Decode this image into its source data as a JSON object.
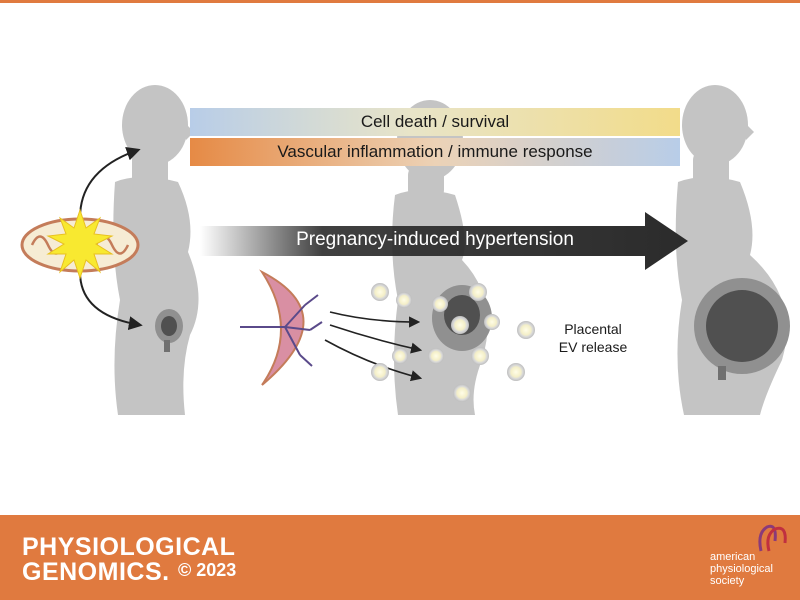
{
  "figure": {
    "bands": [
      {
        "label": "Cell death / survival"
      },
      {
        "label": "Vascular inflammation / immune response"
      }
    ],
    "arrow_label": "Pregnancy-induced hypertension",
    "ev_label_lines": [
      "Placental",
      "EV release"
    ]
  },
  "footer": {
    "journal_lines": [
      "PHYSIOLOGICAL",
      "GENOMICS."
    ],
    "copyright": "© 2023",
    "society_lines": [
      "american",
      "physiological",
      "society"
    ]
  },
  "colors": {
    "brand_orange": "#e07a3f",
    "band_yellow": "#f2dc8a",
    "band_blue": "#b8cde8",
    "silhouette_gray": "#c4c4c4",
    "arrow_dark": "#2b2b2b",
    "placenta_pink": "#d98fa3"
  },
  "icons": [
    "mitochondrion-icon",
    "stress-burst-icon",
    "placenta-icon",
    "extracellular-vesicle-icon",
    "uterus-fetus-icon"
  ]
}
